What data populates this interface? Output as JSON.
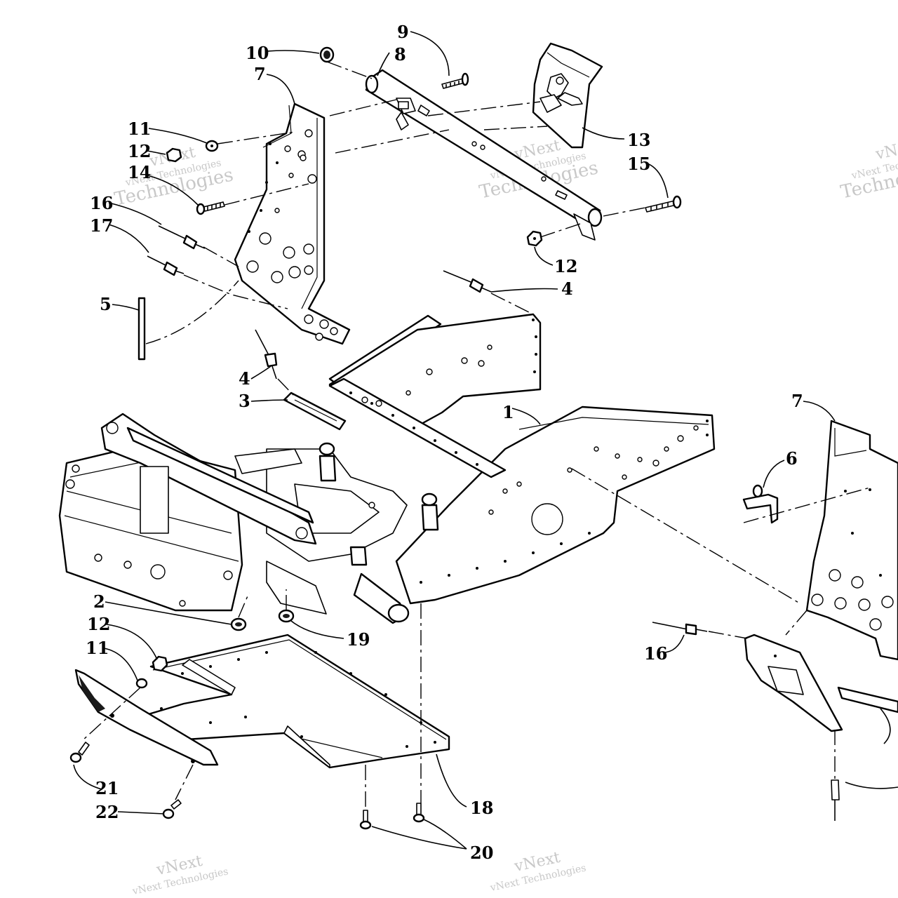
{
  "callouts": [
    {
      "id": "c1",
      "text": "1"
    },
    {
      "id": "c2",
      "text": "2"
    },
    {
      "id": "c3",
      "text": "3"
    },
    {
      "id": "c4a",
      "text": "4"
    },
    {
      "id": "c4b",
      "text": "4"
    },
    {
      "id": "c5",
      "text": "5"
    },
    {
      "id": "c6",
      "text": "6"
    },
    {
      "id": "c7a",
      "text": "7"
    },
    {
      "id": "c7b",
      "text": "7"
    },
    {
      "id": "c8",
      "text": "8"
    },
    {
      "id": "c9",
      "text": "9"
    },
    {
      "id": "c10",
      "text": "10"
    },
    {
      "id": "c11a",
      "text": "11"
    },
    {
      "id": "c11b",
      "text": "11"
    },
    {
      "id": "c12a",
      "text": "12"
    },
    {
      "id": "c12b",
      "text": "12"
    },
    {
      "id": "c12c",
      "text": "12"
    },
    {
      "id": "c13",
      "text": "13"
    },
    {
      "id": "c14",
      "text": "14"
    },
    {
      "id": "c15",
      "text": "15"
    },
    {
      "id": "c16a",
      "text": "16"
    },
    {
      "id": "c16b",
      "text": "16"
    },
    {
      "id": "c17",
      "text": "17"
    },
    {
      "id": "c18",
      "text": "18"
    },
    {
      "id": "c19",
      "text": "19"
    },
    {
      "id": "c20",
      "text": "20"
    },
    {
      "id": "c21",
      "text": "21"
    },
    {
      "id": "c22",
      "text": "22"
    }
  ],
  "watermark": {
    "line1": "vNext",
    "line2": "vNext Technologies",
    "line3": "Technologies"
  }
}
